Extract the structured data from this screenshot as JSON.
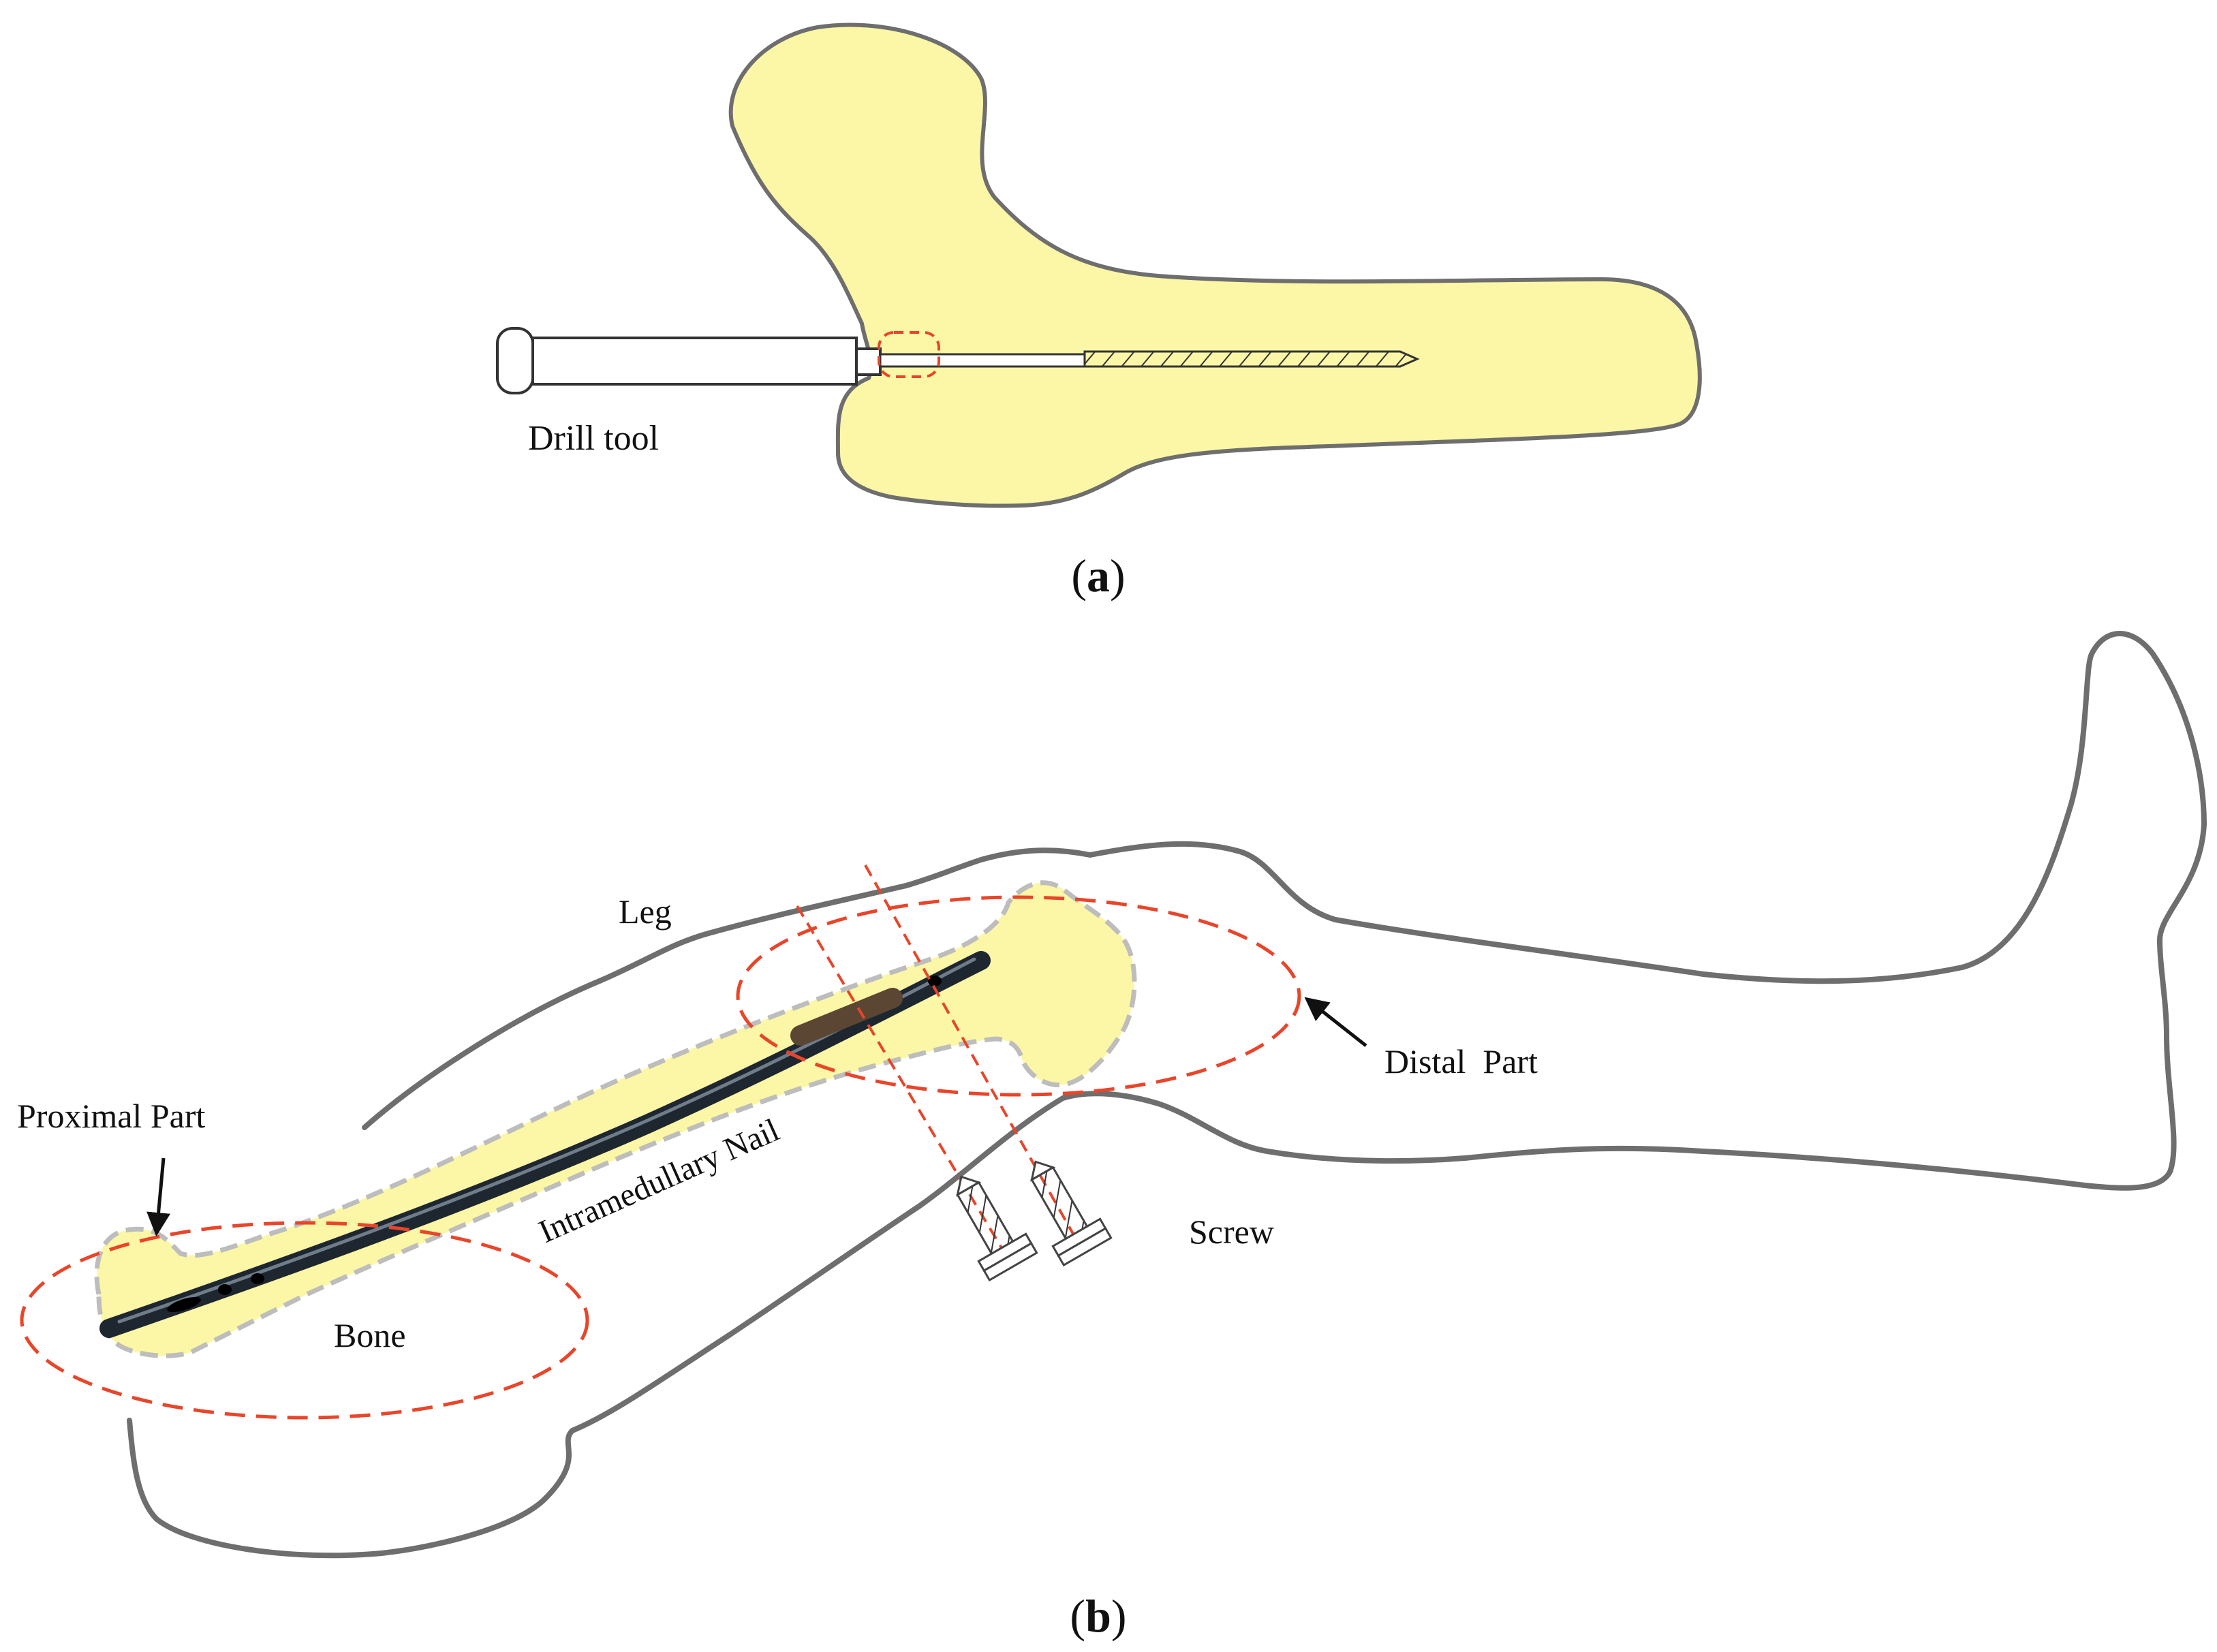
{
  "panel_a": {
    "caption_open": "(",
    "caption_letter": "a",
    "caption_close": ")",
    "drill_label": "Drill tool"
  },
  "panel_b": {
    "caption_open": "(",
    "caption_letter": "b",
    "caption_close": ")",
    "leg_label": "Leg",
    "distal_label": "Distal  Part",
    "proximal_label": "Proximal Part",
    "nail_label": "Intramedullary Nail",
    "screw_label": "Screw",
    "bone_label": "Bone"
  },
  "colors": {
    "bone_fill": "#fbf7a6",
    "outline": "#6e6e6e",
    "dashed_red": "#e8452a",
    "nail": "#1e2630",
    "text": "#111111"
  }
}
